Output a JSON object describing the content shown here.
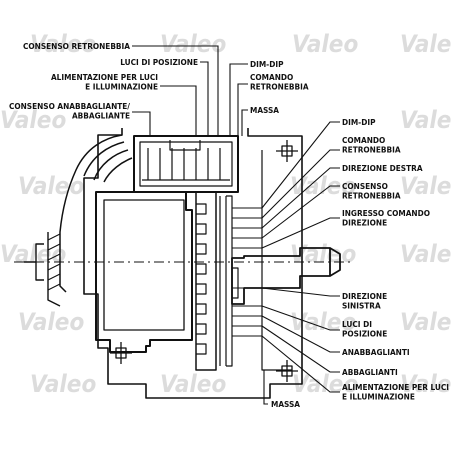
{
  "watermark": "Valeo",
  "labels_left": [
    {
      "id": "consenso-retronebbia",
      "lines": [
        "CONSENSO RETRONEBBIA"
      ]
    },
    {
      "id": "luci-di-posizione",
      "lines": [
        "LUCI DI POSIZIONE"
      ]
    },
    {
      "id": "alimentazione",
      "lines": [
        "ALIMENTAZIONE PER LUCI",
        "E ILLUMINAZIONE"
      ]
    },
    {
      "id": "consenso-anabbagliante",
      "lines": [
        "CONSENSO ANABBAGLIANTE/",
        "ABBAGLIANTE"
      ]
    }
  ],
  "labels_top_right": [
    {
      "id": "dim-dip",
      "lines": [
        "DIM-DIP"
      ]
    },
    {
      "id": "comando-retronebbia",
      "lines": [
        "COMANDO",
        "RETRONEBBIA"
      ]
    },
    {
      "id": "massa",
      "lines": [
        "MASSA"
      ]
    }
  ],
  "labels_right": [
    {
      "id": "dim-dip",
      "lines": [
        "DIM-DIP"
      ]
    },
    {
      "id": "comando-retronebbia",
      "lines": [
        "COMANDO",
        "RETRONEBBIA"
      ]
    },
    {
      "id": "direzione-destra",
      "lines": [
        "DIREZIONE DESTRA"
      ]
    },
    {
      "id": "consenso-retronebbia",
      "lines": [
        "CONSENSO",
        "RETRONEBBIA"
      ]
    },
    {
      "id": "ingresso-comando-direzione",
      "lines": [
        "INGRESSO COMANDO",
        "DIREZIONE"
      ]
    },
    {
      "id": "direzione-sinistra",
      "lines": [
        "DIREZIONE",
        "SINISTRA"
      ]
    },
    {
      "id": "luci-di-posizione",
      "lines": [
        "LUCI DI",
        "POSIZIONE"
      ]
    },
    {
      "id": "anabbaglianti",
      "lines": [
        "ANABBAGLIANTI"
      ]
    },
    {
      "id": "abbaglianti",
      "lines": [
        "ABBAGLIANTI"
      ]
    },
    {
      "id": "alimentazione",
      "lines": [
        "ALIMENTAZIONE PER LUCI",
        "E ILLUMINAZIONE"
      ]
    }
  ],
  "label_bottom": {
    "id": "massa",
    "lines": [
      "MASSA"
    ]
  }
}
